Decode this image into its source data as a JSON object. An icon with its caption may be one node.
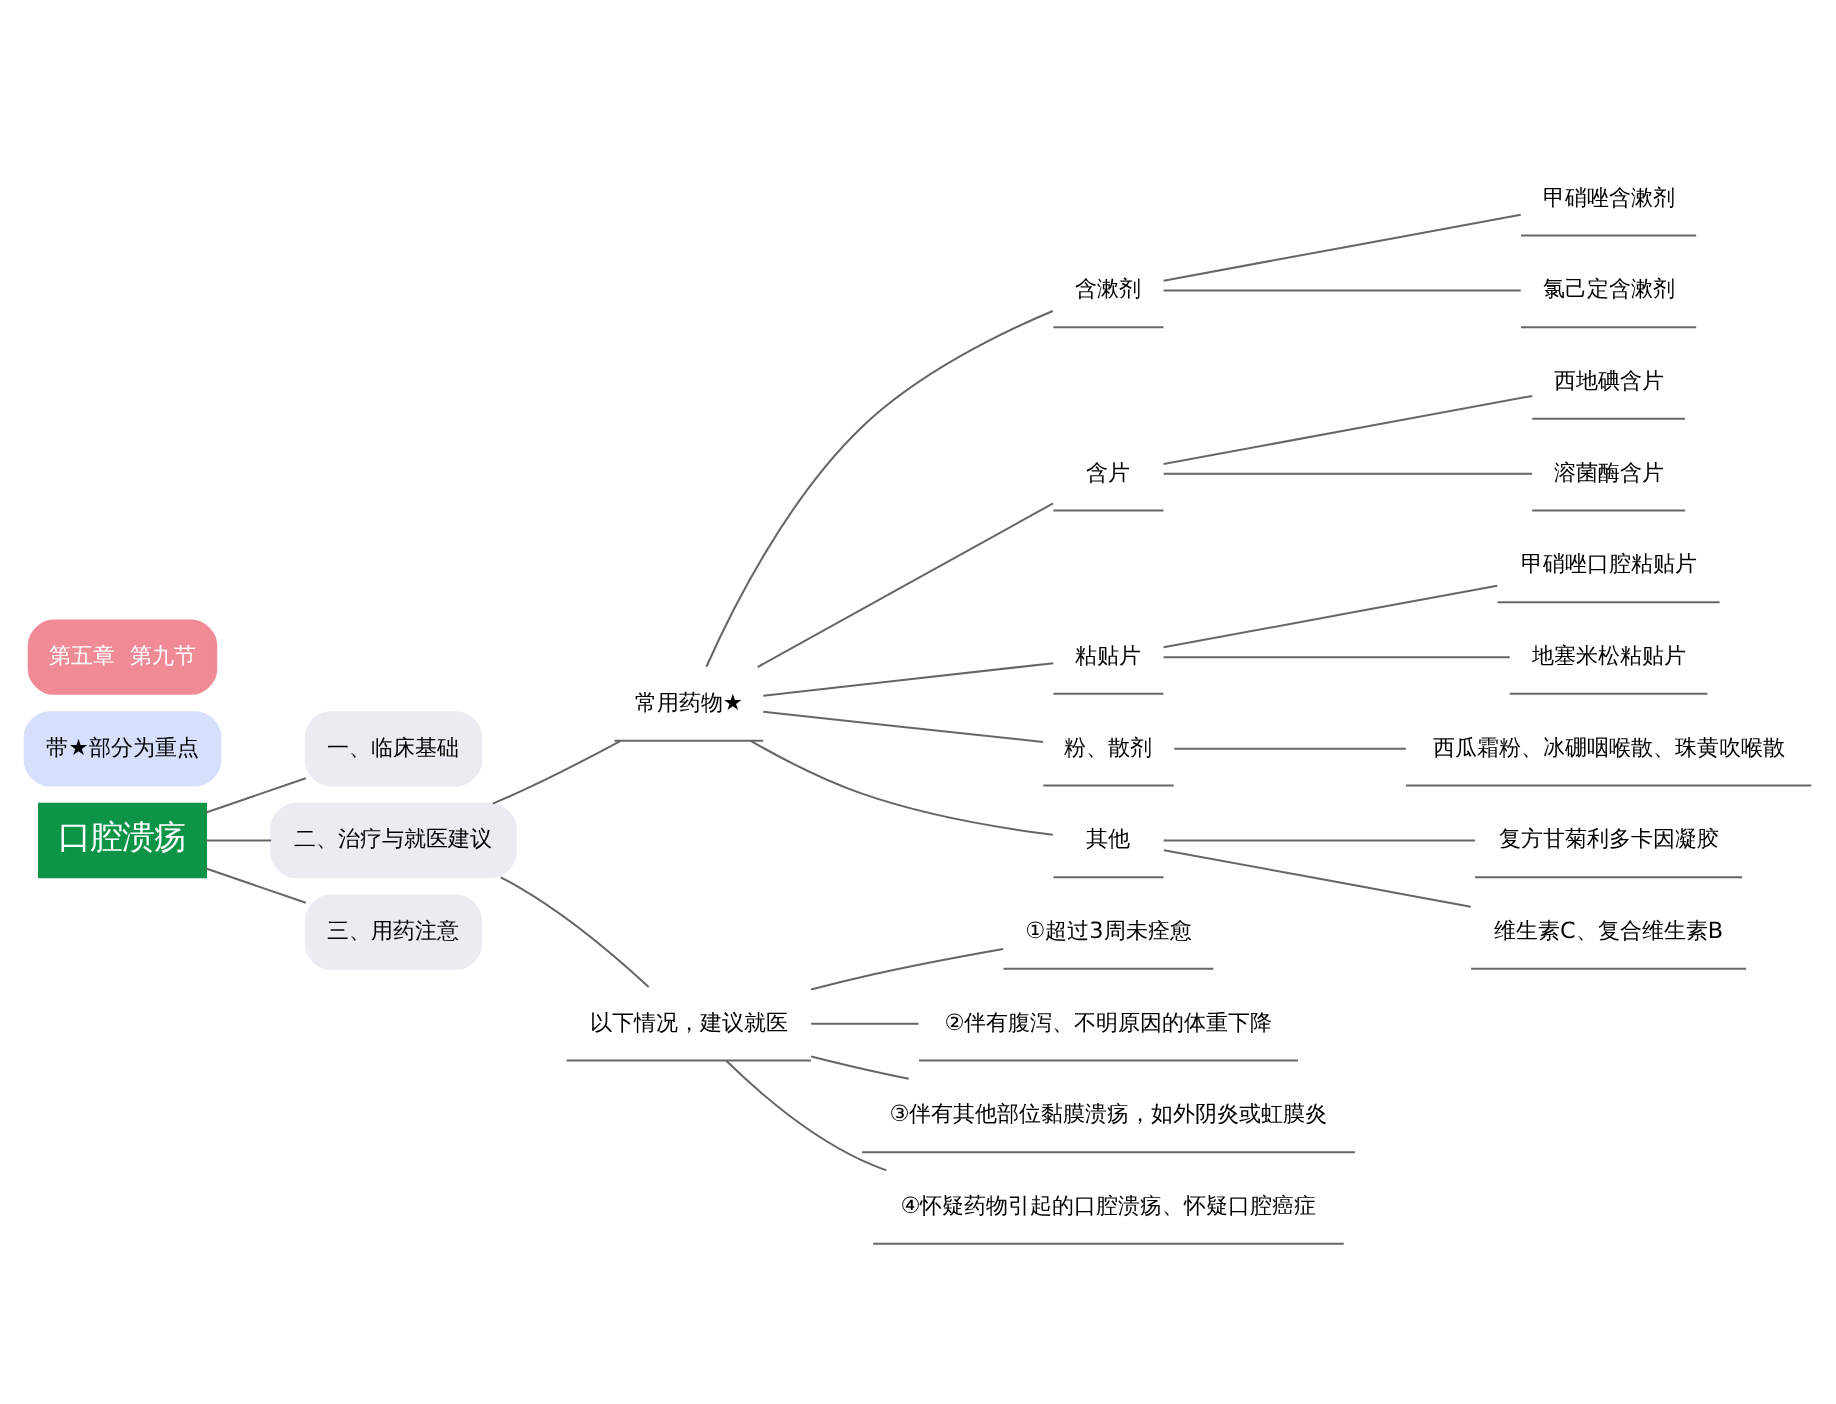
{
  "diagram": {
    "nodes": [
      {
        "text": [
          "第五章  第九节"
        ]
      },
      {
        "text": [
          "带★部分为重点"
        ]
      },
      {
        "text": [
          "口腔溃疡"
        ]
      },
      {
        "text": [
          "一、临床基础"
        ]
      },
      {
        "text": [
          "二、治疗与就医建议"
        ]
      },
      {
        "text": [
          "三、用药注意"
        ]
      },
      {
        "text": [
          "常用药物★"
        ]
      },
      {
        "text": [
          "含漱剂"
        ]
      },
      {
        "text": [
          "甲硝唑含漱剂"
        ]
      },
      {
        "text": [
          "氯己定含漱剂"
        ]
      },
      {
        "text": [
          "含片"
        ]
      },
      {
        "text": [
          "西地碘含片"
        ]
      },
      {
        "text": [
          "溶菌酶含片"
        ]
      },
      {
        "text": [
          "粘贴片"
        ]
      },
      {
        "text": [
          "甲硝唑口腔粘贴片"
        ]
      },
      {
        "text": [
          "地塞米松粘贴片"
        ]
      },
      {
        "text": [
          "粉、散剂"
        ]
      },
      {
        "text": [
          "西瓜霜粉、冰硼咽喉散、珠黄吹喉散"
        ]
      },
      {
        "text": [
          "其他"
        ]
      },
      {
        "text": [
          "复方甘菊利多卡因凝胶"
        ]
      },
      {
        "text": [
          "维生素C、复合维生素B"
        ]
      },
      {
        "text": [
          "以下情况，建议就医"
        ]
      },
      {
        "text": [
          "①超过3周未痊愈"
        ]
      },
      {
        "text": [
          "②伴有腹泻、不明原因的体重下降"
        ]
      },
      {
        "text": [
          "③伴有其他部位黏膜溃疡，如外阴炎或虹膜炎"
        ]
      },
      {
        "text": [
          "④怀疑药物引起的口腔溃疡、怀疑口腔癌症"
        ]
      }
    ],
    "edges": [
      {
        "from": 2,
        "to": 3,
        "arrow": "none"
      },
      {
        "from": 2,
        "to": 4,
        "arrow": "none"
      },
      {
        "from": 2,
        "to": 5,
        "arrow": "none"
      },
      {
        "from": 4,
        "to": 6,
        "arrow": "none"
      },
      {
        "from": 6,
        "to": 7,
        "arrow": "none"
      },
      {
        "from": 7,
        "to": 8,
        "arrow": "none"
      },
      {
        "from": 7,
        "to": 9,
        "arrow": "none"
      },
      {
        "from": 6,
        "to": 10,
        "arrow": "none"
      },
      {
        "from": 10,
        "to": 11,
        "arrow": "none"
      },
      {
        "from": 10,
        "to": 12,
        "arrow": "none"
      },
      {
        "from": 6,
        "to": 13,
        "arrow": "none"
      },
      {
        "from": 13,
        "to": 14,
        "arrow": "none"
      },
      {
        "from": 13,
        "to": 15,
        "arrow": "none"
      },
      {
        "from": 6,
        "to": 16,
        "arrow": "none"
      },
      {
        "from": 16,
        "to": 17,
        "arrow": "none"
      },
      {
        "from": 6,
        "to": 18,
        "arrow": "none"
      },
      {
        "from": 18,
        "to": 19,
        "arrow": "none"
      },
      {
        "from": 18,
        "to": 20,
        "arrow": "none"
      },
      {
        "from": 4,
        "to": 21,
        "arrow": "none"
      },
      {
        "from": 21,
        "to": 22,
        "arrow": "none"
      },
      {
        "from": 21,
        "to": 23,
        "arrow": "none"
      },
      {
        "from": 21,
        "to": 24,
        "arrow": "none"
      },
      {
        "from": 21,
        "to": 25,
        "arrow": "none"
      }
    ]
  }
}
